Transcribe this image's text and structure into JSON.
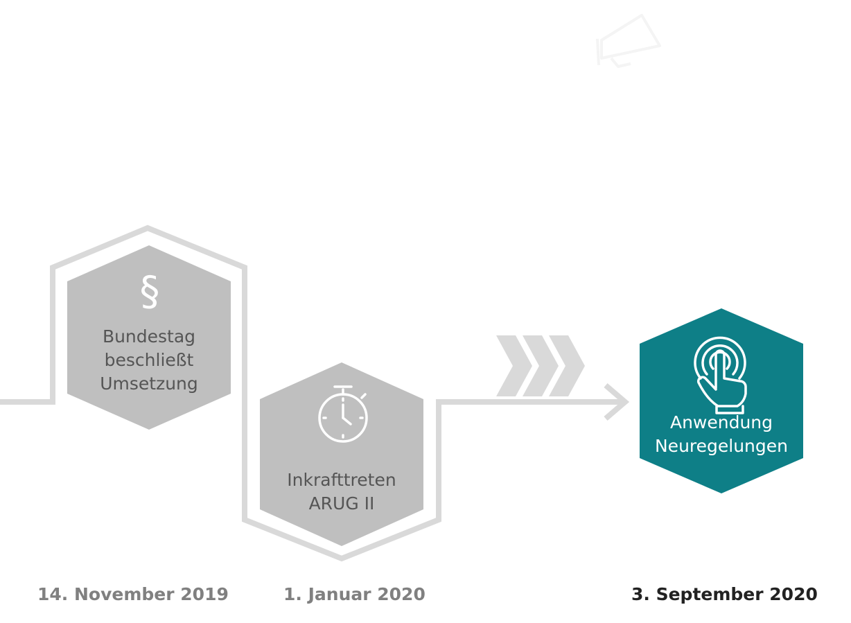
{
  "colors": {
    "track": "#d9d9d9",
    "milestone_past": "#bfbfbf",
    "milestone_current": "#0e7f87",
    "date_past": "#808080",
    "date_current": "#222222",
    "label_past": "#555555",
    "label_current": "#ffffff"
  },
  "milestones": [
    {
      "icon": "paragraph-icon",
      "icon_glyph": "§",
      "title_lines": [
        "Bundestag",
        "beschließt",
        "Umsetzung"
      ],
      "date": "14. November 2019",
      "state": "past"
    },
    {
      "icon": "stopwatch-icon",
      "title_lines": [
        "Inkrafttreten",
        "ARUG II"
      ],
      "date": "1. Januar 2020",
      "state": "past"
    },
    {
      "icon": "touch-hand-icon",
      "title_lines": [
        "Anwendung",
        "Neuregelungen"
      ],
      "date": "3. September 2020",
      "state": "current"
    }
  ],
  "decorations": {
    "progress_chevrons": "chevron-right-icon",
    "top_icon": "megaphone-icon"
  }
}
